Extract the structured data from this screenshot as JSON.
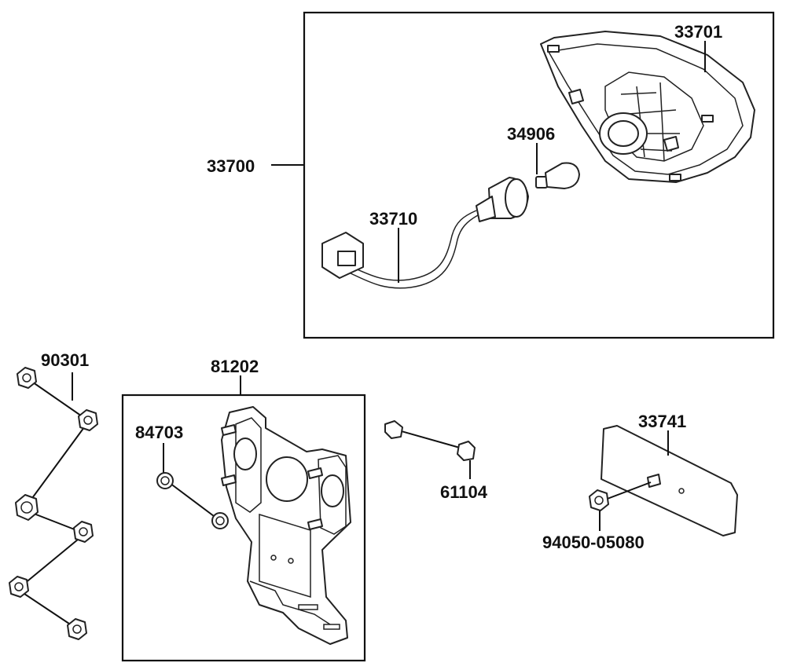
{
  "callouts": {
    "assembly": "33700",
    "housing": "33701",
    "bulb": "34906",
    "socket_harness": "33710",
    "nut": "90301",
    "bracket": "81202",
    "grommet": "84703",
    "collar": "61104",
    "reflector": "33741",
    "reflector_nut": "94050-05080"
  }
}
